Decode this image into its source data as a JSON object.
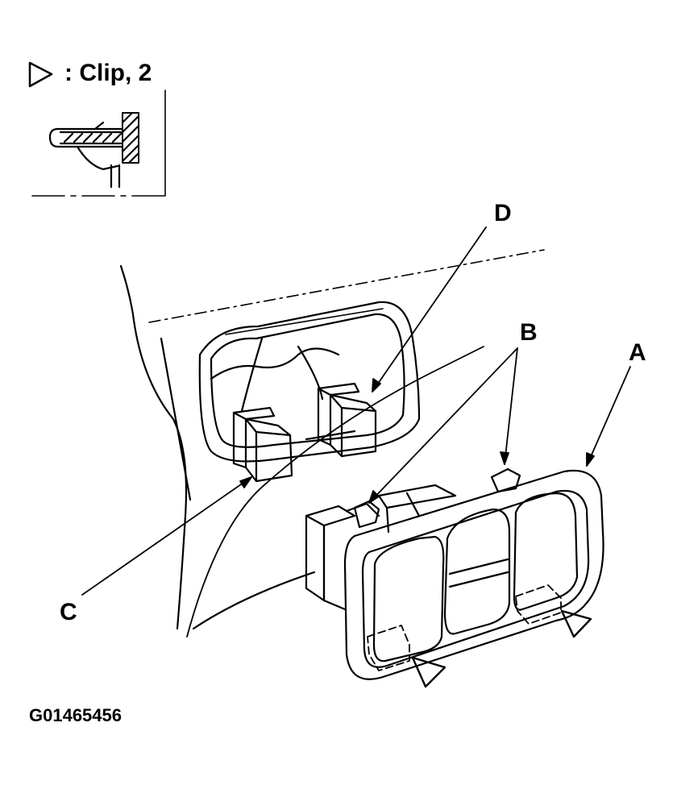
{
  "legend": {
    "symbol": "open-triangle-arrow",
    "text": ": Clip, 2"
  },
  "callouts": {
    "a": "A",
    "b": "B",
    "c": "C",
    "d": "D"
  },
  "figure_id": "G01465456"
}
